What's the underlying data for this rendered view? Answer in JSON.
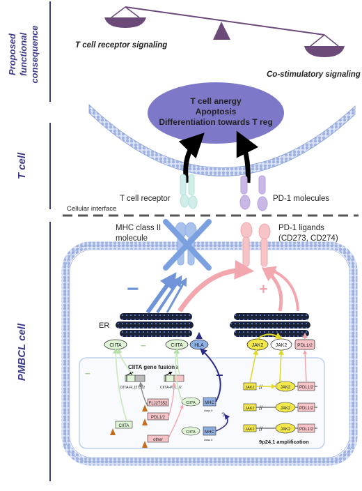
{
  "sidebar": {
    "section1": [
      "Proposed",
      "functional",
      "consequence"
    ],
    "section2": "T cell",
    "section3": "PMBCL cell"
  },
  "balance": {
    "left_label": "T cell receptor signaling",
    "right_label": "Co-stimulatory signaling"
  },
  "outcome": {
    "line1": "T cell anergy",
    "line2": "Apoptosis",
    "line3": "Differentiation towards T reg"
  },
  "tcell": {
    "receptor_label": "T cell receptor",
    "pd1_label": "PD-1 molecules"
  },
  "interface_label": "Cellular interface",
  "pmbcl": {
    "mhc_label_line1": "MHC class II",
    "mhc_label_line2": "molecule",
    "pdl_label_line1": "PD-1 ligands",
    "pdl_label_line2": "(CD273, CD274)",
    "minus_sign": "−",
    "plus_sign": "+",
    "er_label": "ER",
    "question": "?",
    "small_minus": "−",
    "ciita_fusions_title": "CIITA gene fusions",
    "amplification_label": "9p24.1 amplification"
  },
  "proteins": {
    "ciita": "CIITA",
    "hla": "HLA",
    "jak2": "JAK2",
    "pdl12": "PDL1/2"
  },
  "genes": {
    "ciita": "CIITA",
    "fam": "FLJ27352",
    "pdl": "PDL1/2",
    "other": "other",
    "mhc": "MHC",
    "mhc_sub": "class II",
    "fusion1": "CIITA-FLJ27352",
    "fusion2": "CIITA-PDL1/2",
    "jak2": "JAK2",
    "pdl12": "PDL1/2"
  },
  "colors": {
    "ellipse": "#7d78c8",
    "membrane": "#a9b9e6",
    "blue": "#6f95d8",
    "pink": "#f2a7ae",
    "navy": "#2b2b86",
    "jak_yellow": "#f2e84b",
    "ciita_green": "#dff5d6",
    "sidebar_text": "#3b3b8c"
  }
}
